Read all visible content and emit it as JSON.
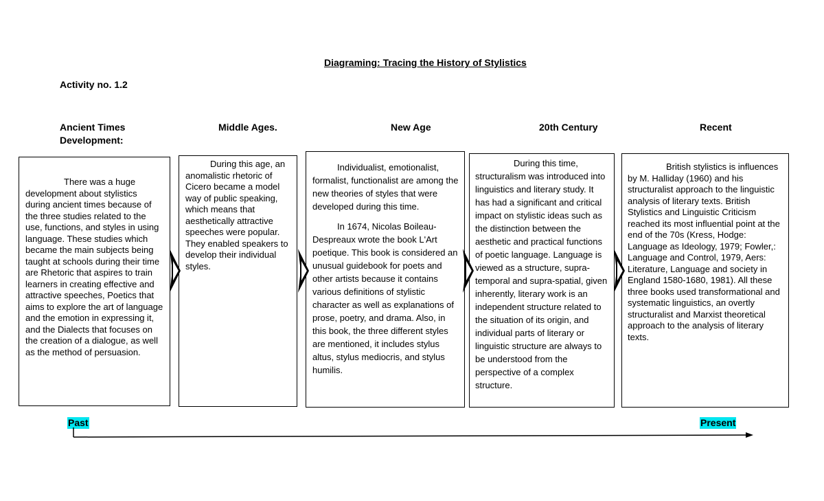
{
  "title": "Diagraming: Tracing the History of Stylistics",
  "activity": "Activity no. 1.2",
  "columns": [
    {
      "heading": "Ancient Times Development:",
      "paragraphs": [
        "There was a huge development about stylistics during ancient times because of the three studies related to the use, functions, and styles in using language. These studies which became the main subjects being taught at schools during their time are Rhetoric that aspires to train learners in creating effective and attractive speeches, Poetics that aims to explore the art of language and the emotion in expressing it, and the Dialects that focuses on the creation of a dialogue, as well as the method of persuasion."
      ]
    },
    {
      "heading": "Middle Ages.",
      "paragraphs": [
        "During this age, an anomalistic rhetoric of Cicero became a model way of public speaking, which means that aesthetically attractive speeches were popular. They enabled speakers to develop their individual styles."
      ]
    },
    {
      "heading": "New Age",
      "paragraphs": [
        "Individualist, emotionalist, formalist, functionalist are among the new theories of styles that were developed during this time.",
        "In 1674, Nicolas Boileau-Despreaux wrote the book L'Art poetique. This book is considered an unusual guidebook for poets and other artists because it contains various definitions of stylistic character as well as explanations of prose, poetry, and drama. Also, in this book, the three different styles are mentioned, it includes stylus altus, stylus mediocris, and stylus humilis."
      ]
    },
    {
      "heading": "20th Century",
      "paragraphs": [
        "During this time, structuralism was introduced into linguistics and literary study. It has had a significant and critical impact on stylistic ideas such as the distinction between the aesthetic and practical functions of poetic language. Language is viewed as a structure, supra-temporal and supra-spatial, given inherently, literary work is an independent structure related to the situation of its origin, and individual parts of literary or linguistic structure are always to be understood from the perspective of a complex structure."
      ]
    },
    {
      "heading": "Recent",
      "paragraphs": [
        "British stylistics is influences by M. Halliday (1960) and his structuralist approach to the linguistic analysis of literary texts. British Stylistics and Linguistic Criticism reached its most influential point at the end of the 70s (Kress, Hodge: Language as Ideology, 1979; Fowler,: Language and Control, 1979, Aers: Literature, Language and society in England 1580-1680, 1981). All these three books used transformational and systematic linguistics, an overtly structuralist and Marxist theoretical approach to the analysis of literary texts."
      ]
    }
  ],
  "timeline": {
    "start_label": "Past",
    "end_label": "Present",
    "highlight_color": "#00e6f0"
  }
}
